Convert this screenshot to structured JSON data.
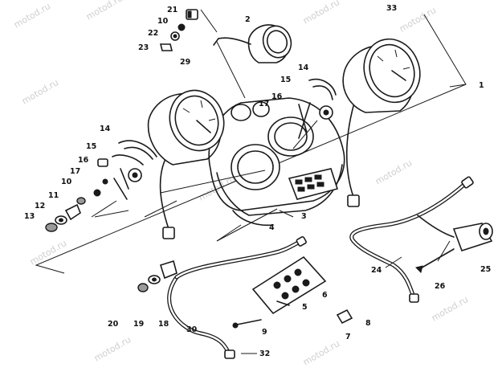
{
  "watermark": "motod.ru",
  "callouts": [
    "1",
    "2",
    "3",
    "4",
    "5",
    "6",
    "7",
    "8",
    "9",
    "10",
    "11",
    "12",
    "13",
    "14",
    "15",
    "16",
    "17",
    "18",
    "19",
    "20",
    "21",
    "22",
    "23",
    "24",
    "25",
    "26",
    "29",
    "30",
    "32",
    "33"
  ]
}
